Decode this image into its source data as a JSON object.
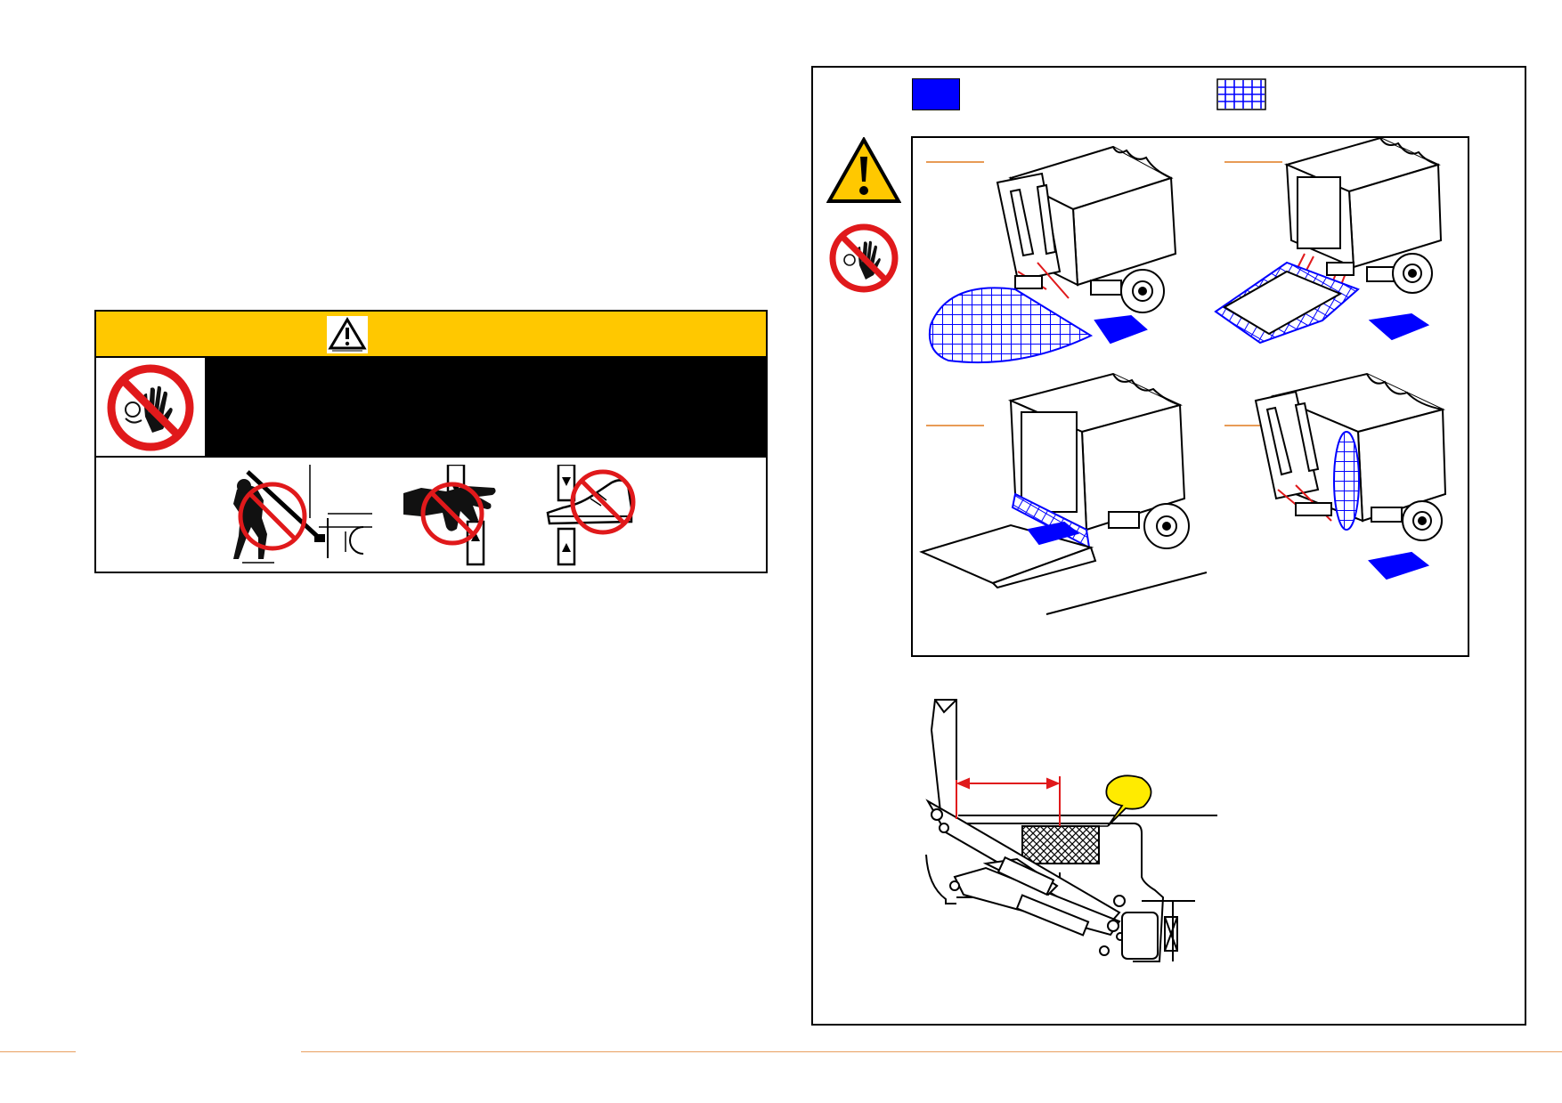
{
  "colors": {
    "warning_yellow": "#ffc800",
    "label_black": "#000000",
    "prohibition_red": "#e0191b",
    "zone_blue": "#0000ff",
    "leader_orange": "#e07a1f",
    "callout_yellow": "#ffeb00",
    "footer_orange": "#e8a060"
  },
  "icons": {
    "warning": "warning-triangle-icon",
    "do_not_touch": "no-touch-icon",
    "no_leaning": "no-leaning-pictogram",
    "crush_hand": "crush-hand-pictogram",
    "crush_foot": "crush-foot-pictogram"
  },
  "legend": {
    "solid_zone": "solid-blue-zone",
    "hatched_zone": "hatched-blue-zone"
  }
}
